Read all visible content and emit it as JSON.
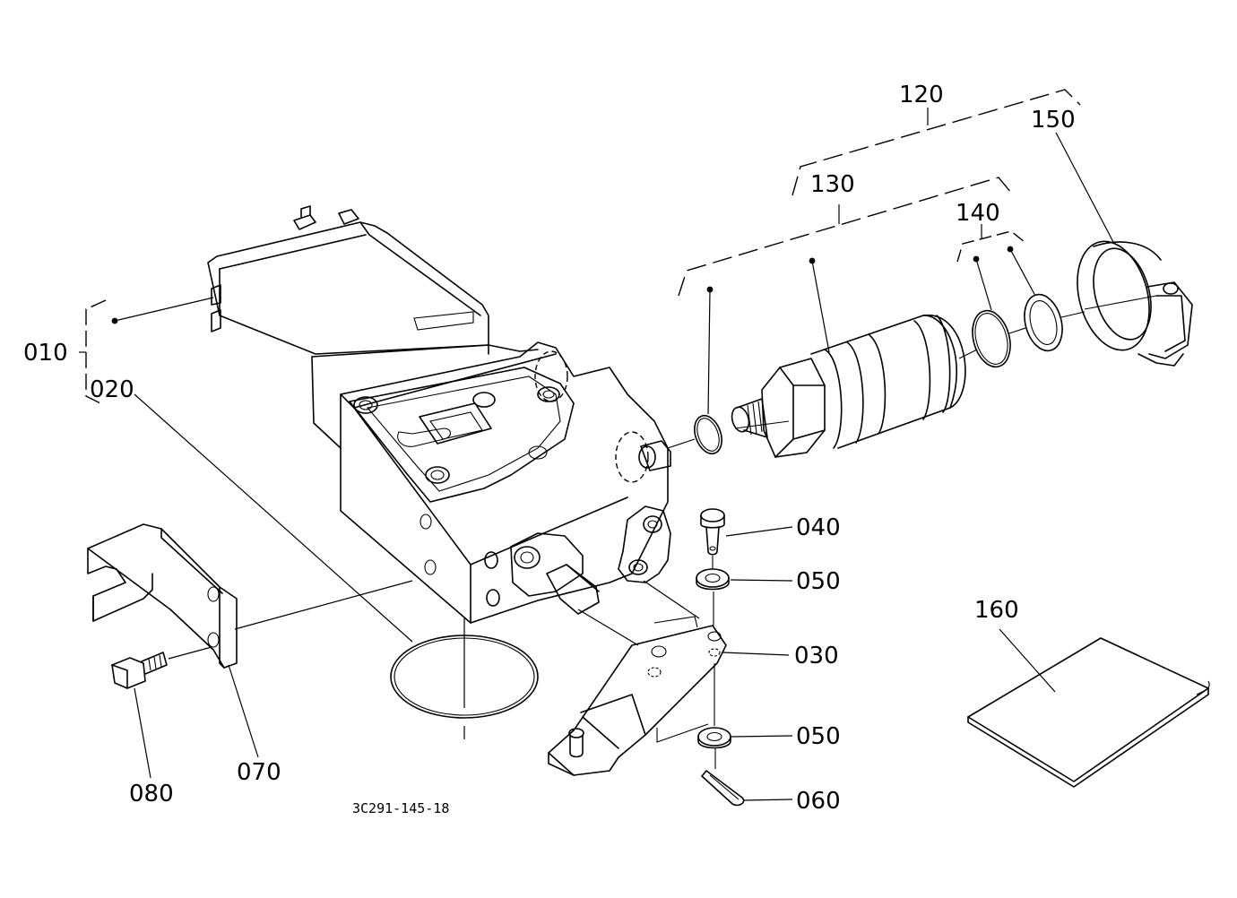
{
  "diagram": {
    "drawing_code": "3C291-145-18",
    "callouts": {
      "c010": "010",
      "c020": "020",
      "c030": "030",
      "c040": "040",
      "c050a": "050",
      "c050b": "050",
      "c060": "060",
      "c070": "070",
      "c080": "080",
      "c120": "120",
      "c130": "130",
      "c140": "140",
      "c150": "150",
      "c160": "160"
    }
  }
}
